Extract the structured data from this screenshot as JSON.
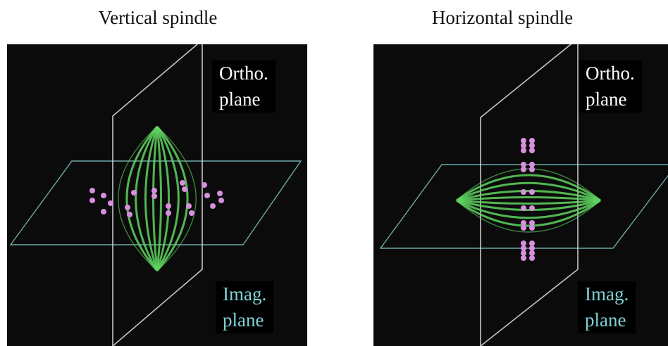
{
  "panels": [
    {
      "title": "Vertical spindle",
      "ortho_label": [
        "Ortho.",
        "plane"
      ],
      "imag_label": [
        "Imag.",
        "plane"
      ],
      "orientation": "vertical"
    },
    {
      "title": "Horizontal spindle",
      "ortho_label": [
        "Ortho.",
        "plane"
      ],
      "imag_label": [
        "Imag.",
        "plane"
      ],
      "orientation": "horizontal"
    }
  ],
  "colors": {
    "background": "#0b0b0b",
    "spindle": "#5fd35f",
    "chromosome": "#d98fe0",
    "imaging_plane": "#7fc6c6",
    "ortho_plane": "#d9d9d9",
    "imag_text": "#7fd1d6"
  }
}
